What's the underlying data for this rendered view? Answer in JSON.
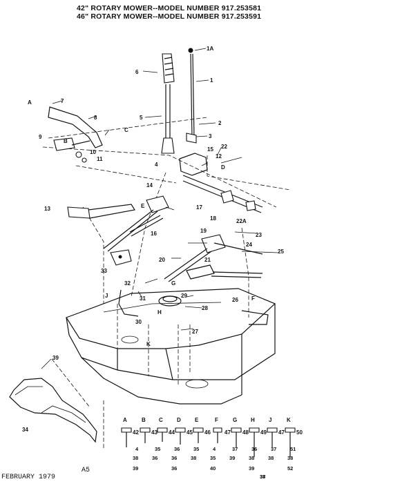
{
  "title": {
    "line1": "42\" ROTARY MOWER--MODEL NUMBER 917.253581",
    "line2": "46\" ROTARY MOWER--MODEL NUMBER 917.253591"
  },
  "footer": {
    "date": "FEBRUARY 1979",
    "page": "A5"
  },
  "callouts": [
    "1A",
    "1",
    "2",
    "3",
    "4",
    "5",
    "6",
    "7",
    "8",
    "9",
    "B",
    "10",
    "11",
    "12",
    "13",
    "14",
    "15",
    "16",
    "17",
    "18",
    "19",
    "20",
    "21",
    "22",
    "22A",
    "23",
    "24",
    "25",
    "26",
    "27",
    "28",
    "29",
    "30",
    "31",
    "32",
    "33",
    "34",
    "39",
    "A",
    "C",
    "D",
    "E",
    "F",
    "G",
    "H",
    "J",
    "K"
  ],
  "hardware": {
    "bolt_letters": [
      "A",
      "B",
      "C",
      "D",
      "E",
      "F",
      "G",
      "H",
      "J",
      "K"
    ],
    "bolt_numbers": [
      "42",
      "43",
      "44",
      "45",
      "46",
      "47",
      "48",
      "49",
      "47",
      "50"
    ],
    "row2": [
      "4",
      "35",
      "36",
      "35",
      "4",
      "37",
      "36",
      "37",
      "51"
    ],
    "row3": [
      "38",
      "36",
      "36",
      "38",
      "35",
      "39",
      "38",
      "38",
      "38"
    ],
    "row4": [
      "39",
      "36",
      "40",
      "39",
      "52"
    ],
    "row5": [
      "37",
      "38"
    ]
  }
}
